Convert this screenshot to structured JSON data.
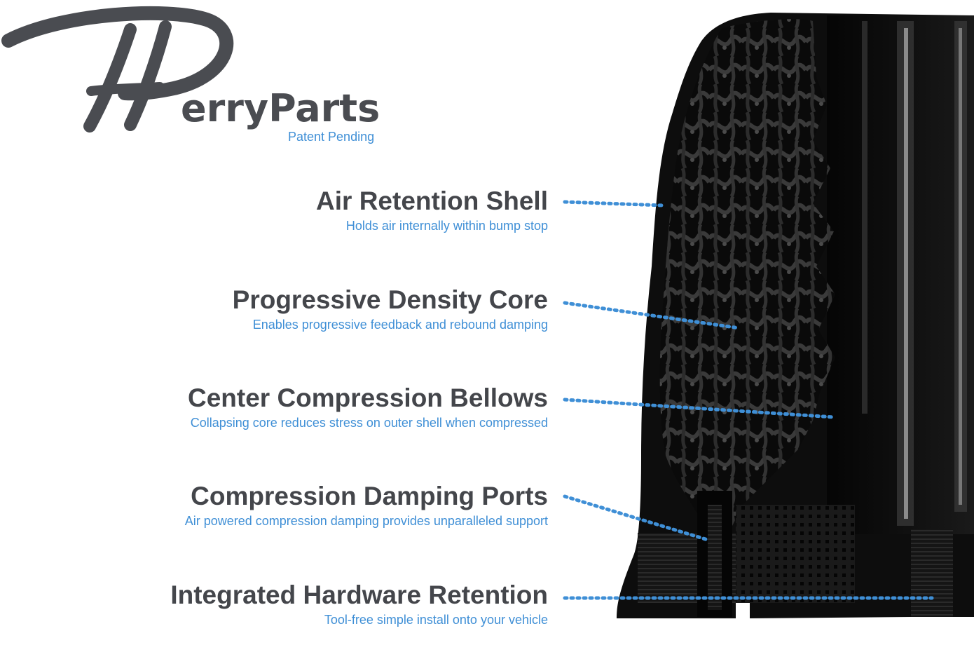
{
  "brand": {
    "wordmark": "erryParts",
    "tagline": "Patent Pending",
    "logo_letter": "H (stylized script, merged with swoosh)"
  },
  "colors": {
    "title_gray": "#44464b",
    "desc_blue": "#3f8fd6",
    "leader_blue": "#3f8fd6",
    "part_black": "#0d0d0d",
    "background": "#ffffff"
  },
  "features": [
    {
      "title": "Air Retention Shell",
      "description": "Holds air internally within bump stop"
    },
    {
      "title": "Progressive Density Core",
      "description": "Enables progressive feedback and rebound damping"
    },
    {
      "title": "Center Compression Bellows",
      "description": "Collapsing core reduces stress on outer shell when compressed"
    },
    {
      "title": "Compression Damping Ports",
      "description": "Air powered compression damping provides unparalleled support"
    },
    {
      "title": "Integrated Hardware Retention",
      "description": "Tool-free simple install onto your vehicle"
    }
  ]
}
